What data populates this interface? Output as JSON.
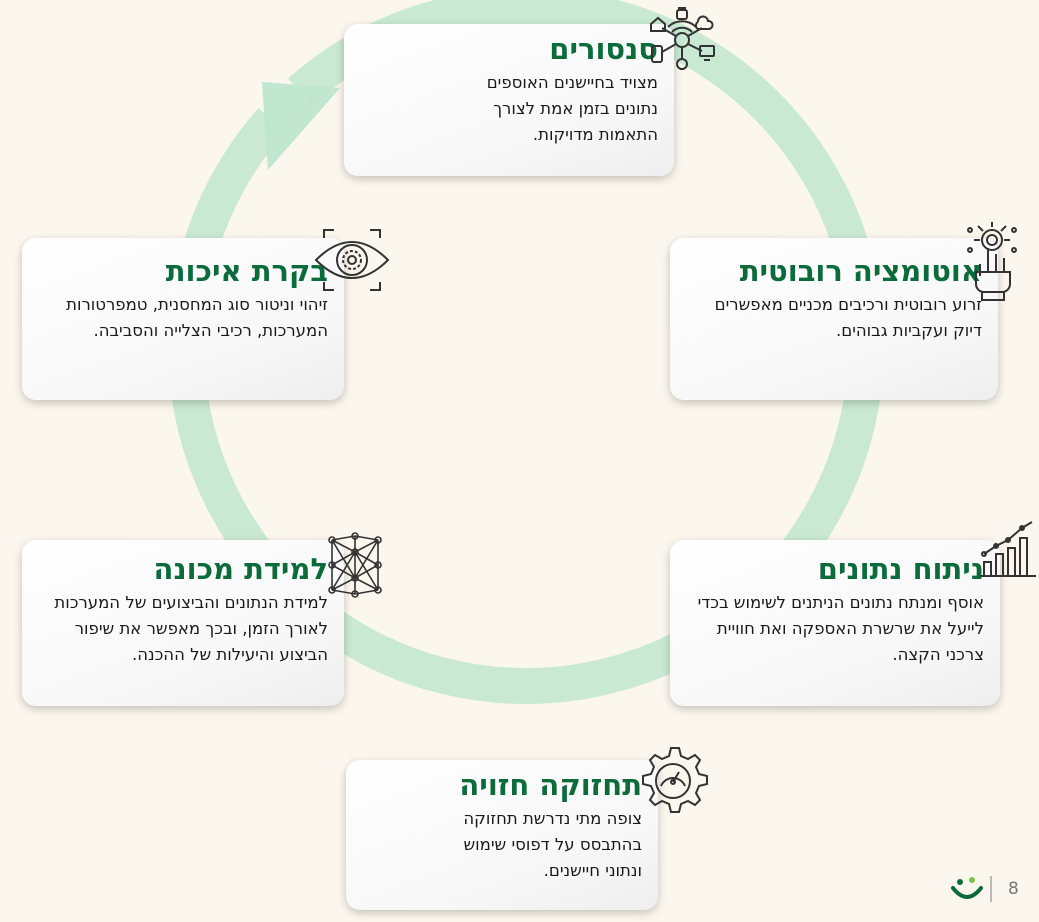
{
  "colors": {
    "accent": "#0b6b3a",
    "cycle": "#bfe6cd",
    "background": "#fbf7ee"
  },
  "cards": [
    {
      "id": "sensors",
      "title": "סנסורים",
      "body": "מצויד בחיישנים האוספים נתונים בזמן אמת לצורך התאמות מדויקות.",
      "icon": "iot-network-icon"
    },
    {
      "id": "robotic-automation",
      "title": "אוטומציה רובוטית",
      "body": "זרוע רובוטית ורכיבים מכניים מאפשרים דיוק ועקביות גבוהים.",
      "icon": "robot-hand-icon"
    },
    {
      "id": "data-analysis",
      "title": "ניתוח נתונים",
      "body": "אוסף ומנתח נתונים הניתנים לשימוש בכדי לייעל את שרשרת האספקה ואת חוויית צרכני הקצה.",
      "icon": "bar-chart-icon"
    },
    {
      "id": "predictive-maintenance",
      "title": "תחזוקה חזויה",
      "body": "צופה מתי נדרשת תחזוקה בהתבסס על דפוסי שימוש ונתוני חיישנים.",
      "icon": "gear-gauge-icon"
    },
    {
      "id": "machine-learning",
      "title": "למידת מכונה",
      "body": "למידת הנתונים והביצועים של המערכות לאורך הזמן, ובכך מאפשר את שיפור הביצוע והיעילות של ההכנה.",
      "icon": "neural-network-icon"
    },
    {
      "id": "quality-control",
      "title": "בקרת איכות",
      "body": "זיהוי וניטור סוג המחסנית, טמפרטורות המערכות, רכיבי הצלייה והסביבה.",
      "icon": "eye-scan-icon"
    }
  ],
  "footer": {
    "page_number": "8",
    "logo": "smile-logo-icon"
  }
}
